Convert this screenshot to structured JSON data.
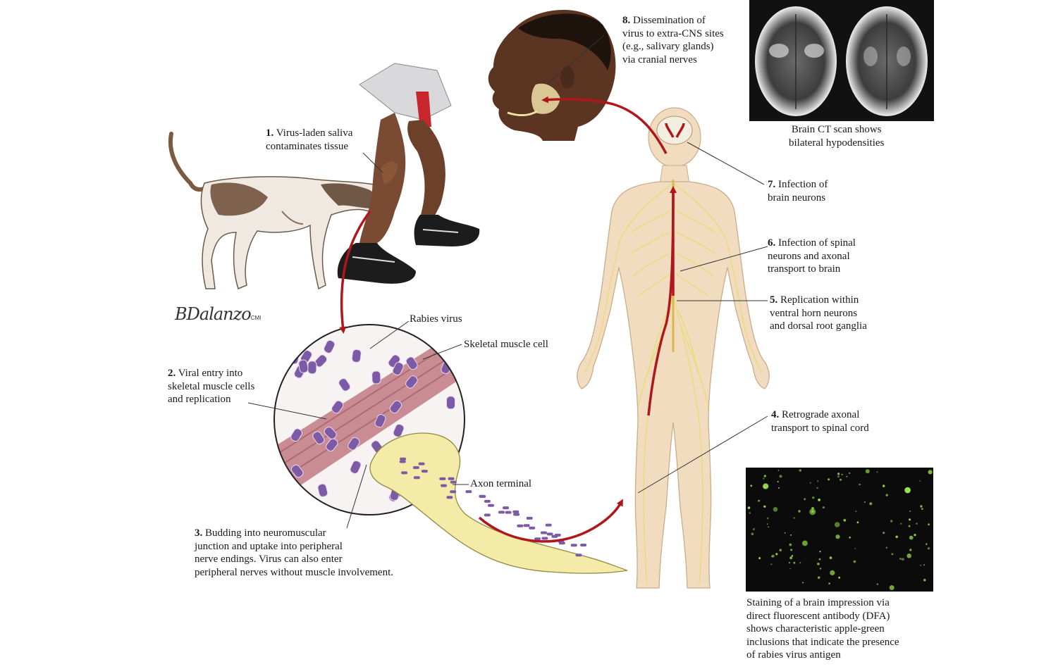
{
  "labels": {
    "step1": {
      "number": "1.",
      "lines": [
        "Virus-laden saliva",
        "contaminates tissue"
      ]
    },
    "step2": {
      "number": "2.",
      "lines": [
        "Viral entry into",
        "skeletal muscle cells",
        "and replication"
      ]
    },
    "step3": {
      "number": "3.",
      "lines": [
        "Budding into neuromuscular",
        "junction and uptake into peripheral",
        "nerve endings. Virus can also enter",
        "peripheral nerves without muscle involvement."
      ]
    },
    "step4": {
      "number": "4.",
      "lines": [
        "Retrograde axonal",
        "transport to spinal cord"
      ]
    },
    "step5": {
      "number": "5.",
      "lines": [
        "Replication within",
        "ventral horn neurons",
        "and dorsal root ganglia"
      ]
    },
    "step6": {
      "number": "6.",
      "lines": [
        "Infection of spinal",
        "neurons and axonal",
        "transport to brain"
      ]
    },
    "step7": {
      "number": "7.",
      "lines": [
        "Infection of",
        "brain neurons"
      ]
    },
    "step8": {
      "number": "8.",
      "lines": [
        "Dissemination of",
        "virus to extra-CNS sites",
        "(e.g., salivary glands)",
        "via cranial nerves"
      ]
    },
    "rabies_virus": "Rabies virus",
    "skeletal_muscle_cell": "Skeletal muscle cell",
    "axon_terminal": "Axon terminal",
    "ct_caption": [
      "Brain CT scan shows",
      "bilateral hypodensities"
    ],
    "dfa_caption": [
      "Staining of a brain impression via",
      "direct fluorescent antibody (DFA)",
      "shows characteristic apple-green",
      "inclusions that indicate the presence",
      "of rabies virus antigen"
    ],
    "signature": "BDalanzo",
    "signature_suffix": "CMI"
  },
  "colors": {
    "arrow_red": "#b0171d",
    "nerve_yellow": "#e9e07a",
    "skin_body": "#f1dcc0",
    "muscle_pink": "#c98c92",
    "axon_yellow": "#f3eba7",
    "virus_purple": "#7d5aa6",
    "dfa_green": "#9be04a"
  }
}
